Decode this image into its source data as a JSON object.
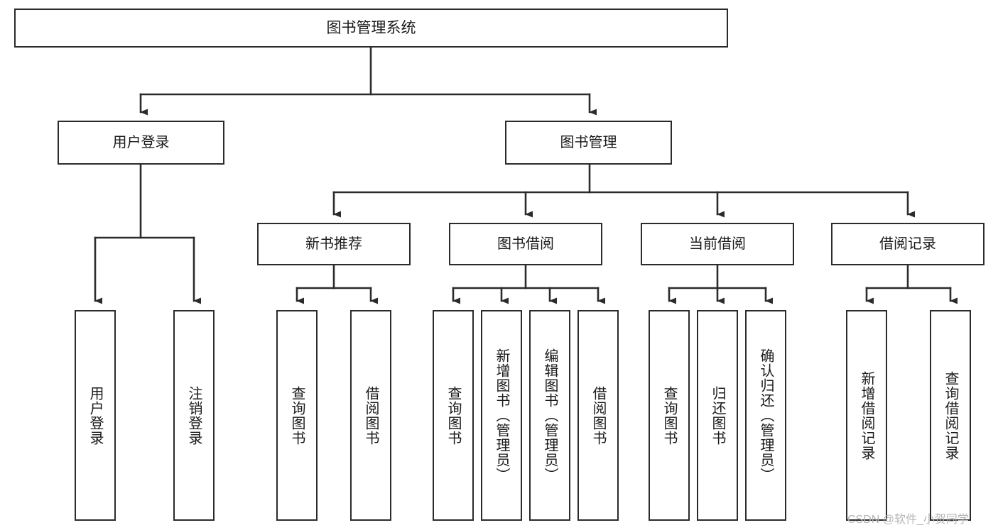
{
  "diagram": {
    "type": "hierarchy-tree",
    "title": "图书管理系统",
    "watermark": "CSDN @软件_小贺同学",
    "colors": {
      "box_border": "#2b2b2b",
      "box_fill": "#ffffff",
      "connector": "#2b2b2b",
      "text": "#1a1a1a",
      "watermark": "#b5b5b5"
    },
    "nodes": {
      "root": {
        "label": "图书管理系统"
      },
      "level2": [
        {
          "id": "user-login",
          "label": "用户登录"
        },
        {
          "id": "book-management",
          "label": "图书管理"
        }
      ],
      "level3": [
        {
          "id": "new-book-recommend",
          "label": "新书推荐"
        },
        {
          "id": "book-borrow",
          "label": "图书借阅"
        },
        {
          "id": "current-borrow",
          "label": "当前借阅"
        },
        {
          "id": "borrow-record",
          "label": "借阅记录"
        }
      ],
      "leaves": {
        "user-login": [
          {
            "id": "leaf-user-login",
            "label": "用户登录"
          },
          {
            "id": "leaf-logout-login",
            "label": "注销登录"
          }
        ],
        "new-book-recommend": [
          {
            "id": "leaf-query-book-1",
            "label": "查询图书"
          },
          {
            "id": "leaf-borrow-book-1",
            "label": "借阅图书"
          }
        ],
        "book-borrow": [
          {
            "id": "leaf-query-book-2",
            "label": "查询图书"
          },
          {
            "id": "leaf-add-book",
            "label": "新增图书（管理员）"
          },
          {
            "id": "leaf-edit-book",
            "label": "编辑图书（管理员）"
          },
          {
            "id": "leaf-borrow-book-2",
            "label": "借阅图书"
          }
        ],
        "current-borrow": [
          {
            "id": "leaf-query-book-3",
            "label": "查询图书"
          },
          {
            "id": "leaf-return-book",
            "label": "归还图书"
          },
          {
            "id": "leaf-confirm-return",
            "label": "确认归还（管理员）"
          }
        ],
        "borrow-record": [
          {
            "id": "leaf-add-record",
            "label": "新增借阅记录"
          },
          {
            "id": "leaf-query-record",
            "label": "查询借阅记录"
          }
        ]
      }
    }
  }
}
